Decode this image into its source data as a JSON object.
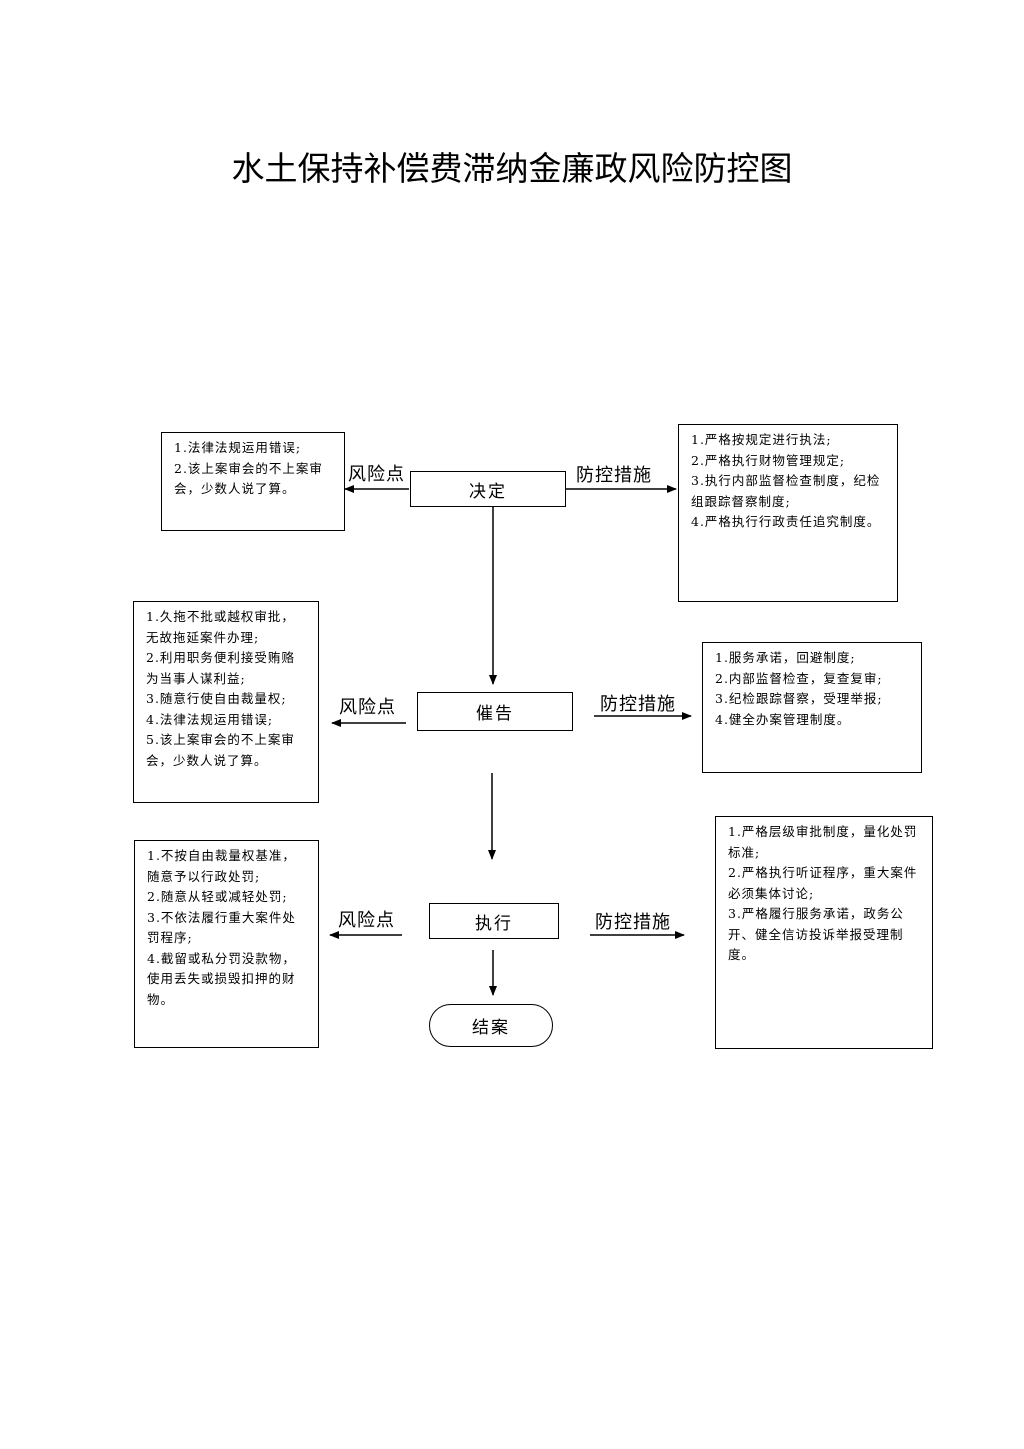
{
  "title": "水土保持补偿费滞纳金廉政风险防控图",
  "steps": {
    "decide": "决定",
    "urge": "催告",
    "execute": "执行",
    "close": "结案"
  },
  "labels": {
    "risk": "风险点",
    "control": "防控措施"
  },
  "risk_notes": {
    "decide": [
      "1.法律法规运用错误;",
      "2.该上案审会的不上案审会，少数人说了算。"
    ],
    "urge": [
      "1.久拖不批或越权审批，无故拖延案件办理;",
      "2.利用职务便利接受贿赂为当事人谋利益;",
      "3.随意行使自由裁量权;",
      "4.法律法规运用错误;",
      "5.该上案审会的不上案审会，少数人说了算。"
    ],
    "execute": [
      "1.不按自由裁量权基准，随意予以行政处罚;",
      "2.随意从轻或减轻处罚;",
      "3.不依法履行重大案件处罚程序;",
      "4.截留或私分罚没款物，使用丢失或损毁扣押的财物。"
    ]
  },
  "control_notes": {
    "decide": [
      "1.严格按规定进行执法;",
      "2.严格执行财物管理规定;",
      "3.执行内部监督检查制度，纪检组跟踪督察制度;",
      "4.严格执行行政责任追究制度。"
    ],
    "urge": [
      "1.服务承诺，回避制度;",
      "2.内部监督检查，复查复审;",
      "3.纪检跟踪督察，受理举报;",
      "4.健全办案管理制度。"
    ],
    "execute": [
      "1.严格层级审批制度，量化处罚标准;",
      "2.严格执行听证程序，重大案件必须集体讨论;",
      "3.严格履行服务承诺，政务公开、健全信访投诉举报受理制度。"
    ]
  }
}
